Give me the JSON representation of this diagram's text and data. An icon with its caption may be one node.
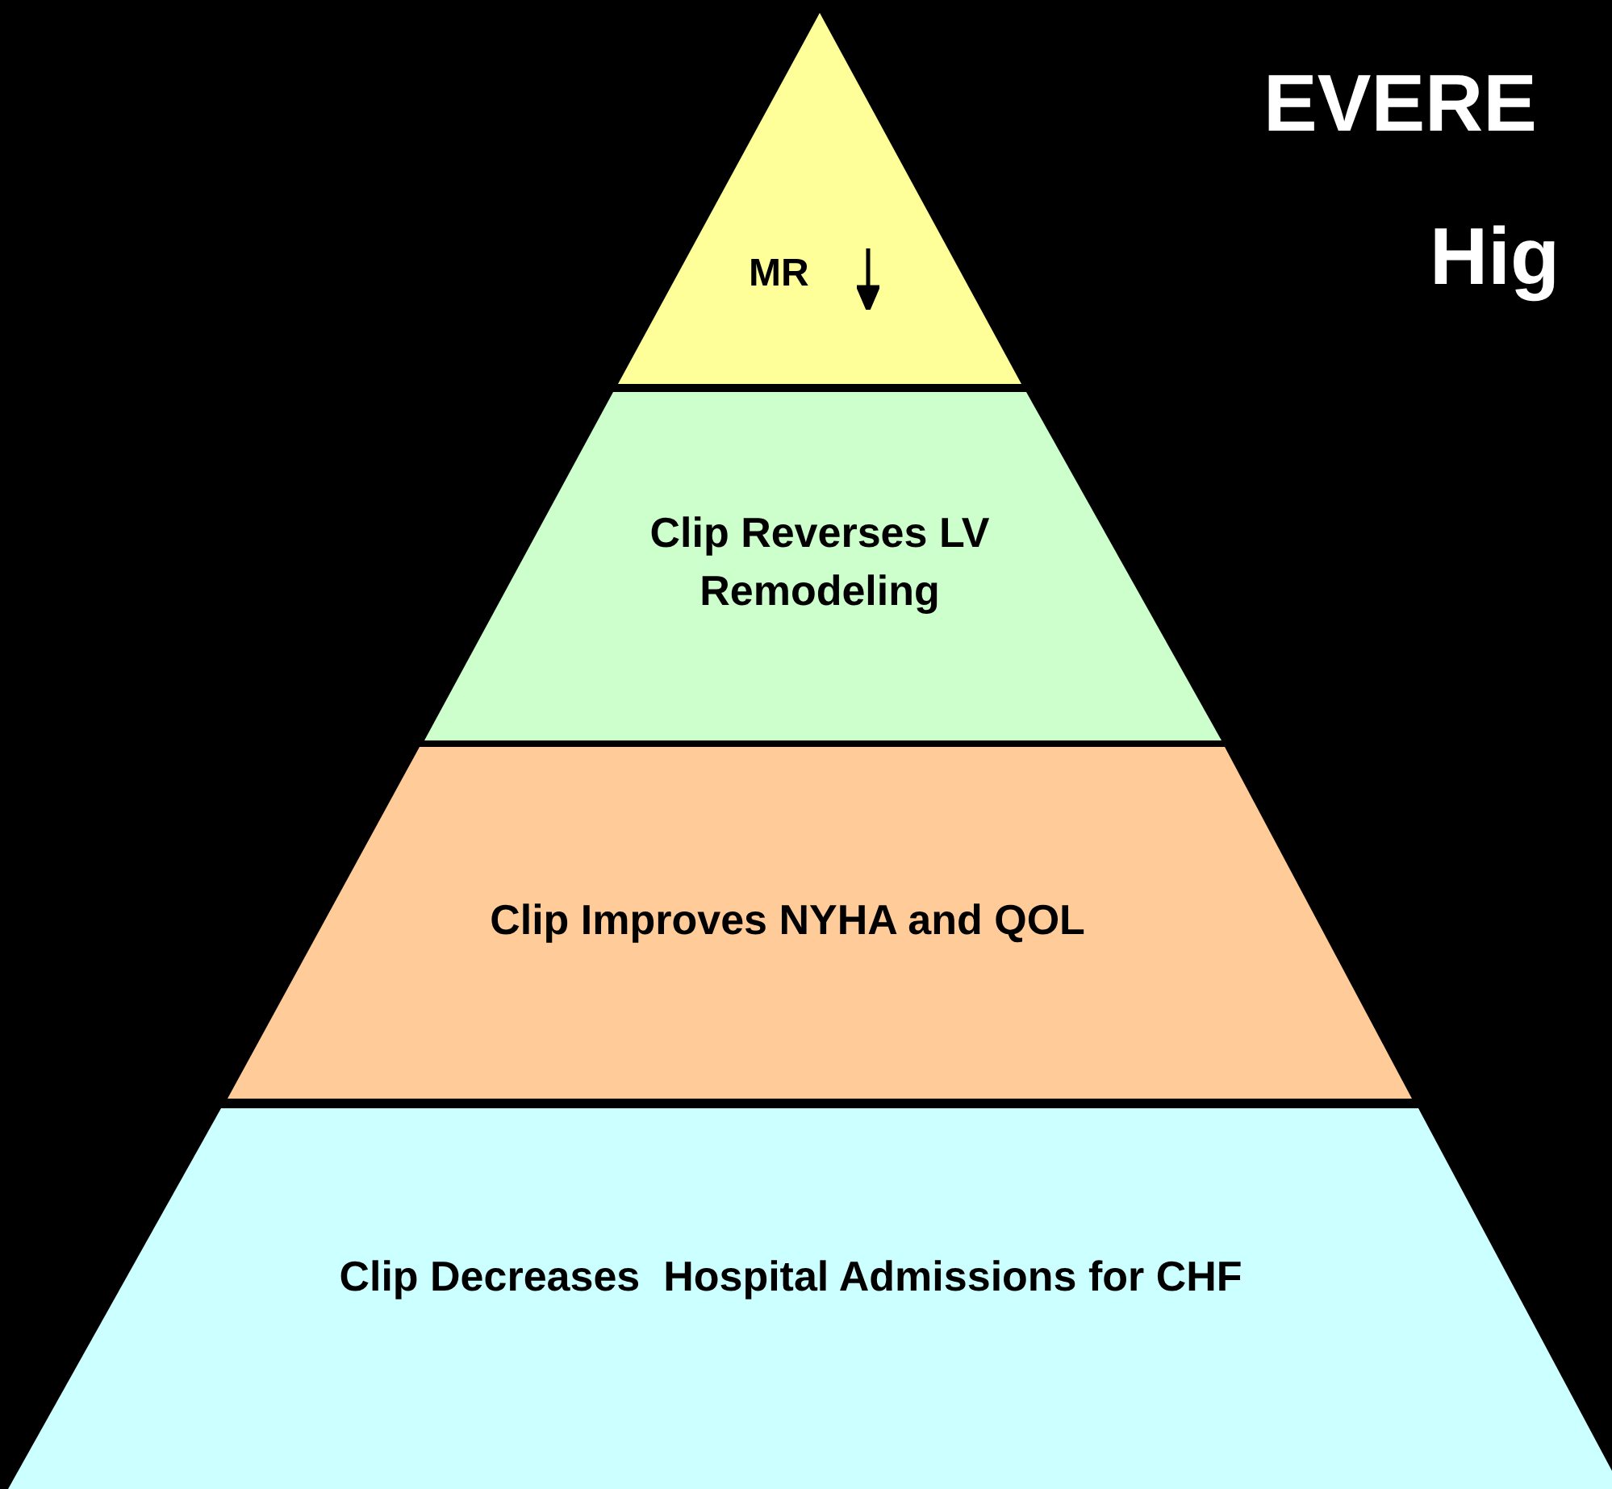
{
  "diagram": {
    "nodes": [
      {
        "text": [
          "MR"
        ]
      },
      {
        "text": [
          "Clip Reverses LV Remodeling"
        ]
      },
      {
        "text": [
          "Clip Improves NYHA and QOL"
        ]
      },
      {
        "text": [
          "Clip Decreases  Hospital Admissions for CHF"
        ]
      }
    ],
    "labels": [
      "EVERE",
      "Hig"
    ]
  }
}
